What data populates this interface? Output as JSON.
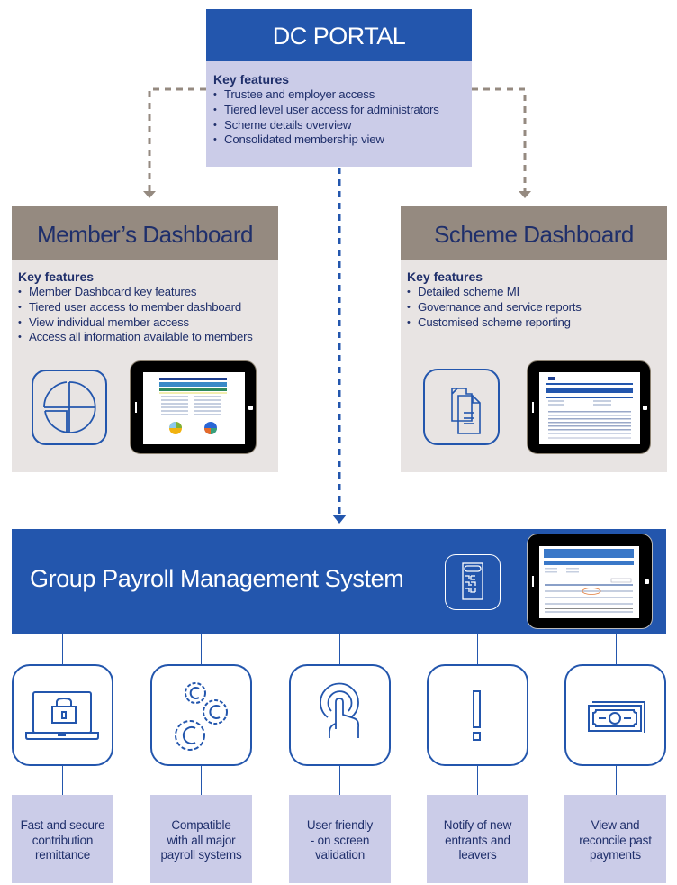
{
  "portal": {
    "title": "DC PORTAL",
    "key_features_label": "Key features",
    "features": [
      "Trustee and employer access",
      "Tiered level user access for administrators",
      "Scheme details overview",
      "Consolidated membership view"
    ]
  },
  "member_dashboard": {
    "title": "Member’s Dashboard",
    "key_features_label": "Key features",
    "features": [
      "Member Dashboard key features",
      "Tiered user access to member dashboard",
      "View individual member access",
      "Access all information available to members"
    ],
    "icon": "pie-chart-icon"
  },
  "scheme_dashboard": {
    "title": "Scheme Dashboard",
    "key_features_label": "Key features",
    "features": [
      "Detailed scheme MI",
      "Governance and service reports",
      "Customised scheme reporting"
    ],
    "icon": "documents-icon"
  },
  "gpms": {
    "title": "Group Payroll Management System",
    "icon": "calculator-icon"
  },
  "gpms_features": [
    {
      "icon": "laptop-lock-icon",
      "label_lines": [
        "Fast and secure",
        "contribution",
        "remittance"
      ]
    },
    {
      "icon": "gears-icon",
      "label_lines": [
        "Compatible",
        "with all major",
        "payroll systems"
      ]
    },
    {
      "icon": "touch-icon",
      "label_lines": [
        "User friendly",
        "- on screen",
        "validation"
      ]
    },
    {
      "icon": "exclamation-icon",
      "label_lines": [
        "Notify of new",
        "entrants and",
        "leavers"
      ]
    },
    {
      "icon": "banknote-icon",
      "label_lines": [
        "View and",
        "reconcile past",
        "payments"
      ]
    }
  ],
  "colors": {
    "brand_blue": "#2356ad",
    "lavender": "#cbcce8",
    "taupe": "#958a80",
    "light_grey": "#e8e4e3",
    "text_navy": "#1f2f6b"
  }
}
